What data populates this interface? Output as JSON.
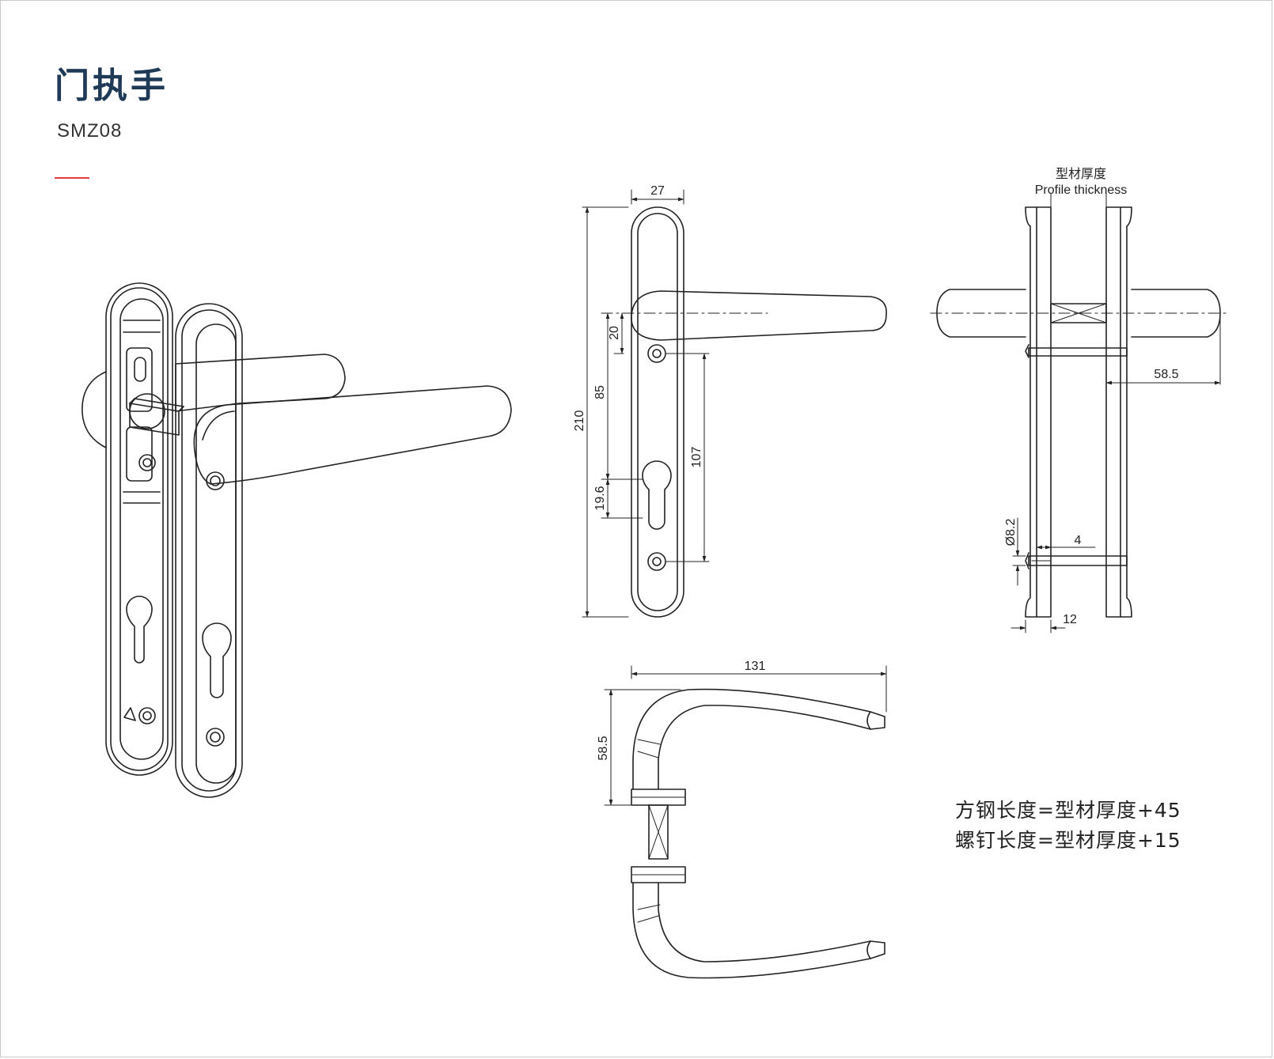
{
  "header": {
    "title": "门执手",
    "model": "SMZ08",
    "accent_color": "#e23b3b",
    "title_color": "#1f3a56"
  },
  "front_view": {
    "dims": {
      "width": "27",
      "height": "210",
      "spindle_to_hole": "20",
      "spindle_to_cylinder": "85",
      "hole_spacing": "107",
      "cylinder_slot": "19.6"
    }
  },
  "side_view": {
    "label_cn": "型材厚度",
    "label_en": "Profile thickness",
    "dims": {
      "projection": "58.5",
      "screw_dia": "Ø8.2",
      "screw_gap": "4",
      "plate_thickness": "12"
    }
  },
  "top_view": {
    "dims": {
      "length": "131",
      "height": "58.5"
    }
  },
  "formulas": {
    "spindle": "方钢长度=型材厚度+45",
    "screw": "螺钉长度=型材厚度+15"
  }
}
